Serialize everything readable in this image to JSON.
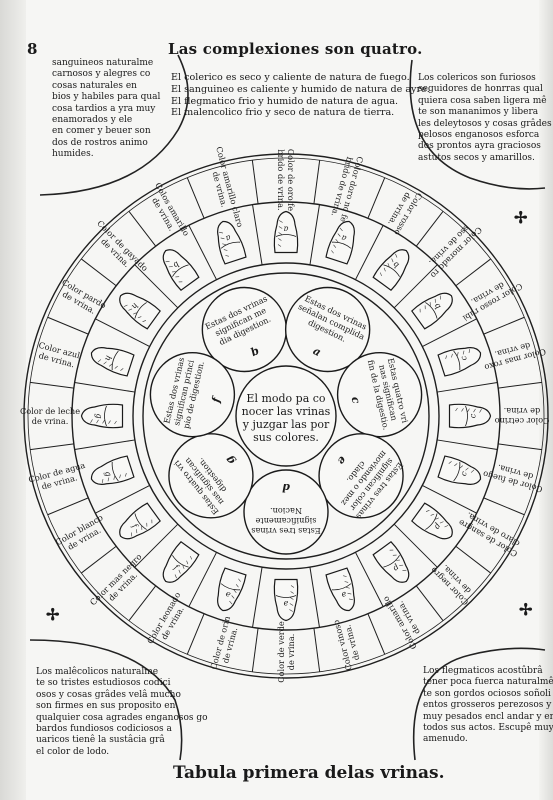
{
  "page_number": "8",
  "header_title": "Las complexiones son quatro.",
  "complexions": [
    "El colerico es seco y caliente de natura de fuego.",
    "El sanguineo es caliente y humido de natura de ayre.",
    "El flegmatico frio y humido de natura de agua.",
    "El malencolico frio y seco de natura de tierra."
  ],
  "corner_top_left": [
    "sanguineos naturalme",
    "carnosos y alegres co",
    "cosas naturales en",
    "bios y habiles para qual",
    "cosa tardios a yra muy",
    "enamorados y ele",
    "en comer y beuer son",
    "dos de rostros animo",
    "humides."
  ],
  "corner_top_right": [
    "Los colericos son furiosos",
    "seguidores de honrras qual",
    "quiera cosa saben ligera mê",
    "te son mananimos y libera",
    "les deleytosos y cosas grâdes",
    "pelosos enganosos esforca",
    "dos prontos ayra graciosos",
    "astutos secos y amarillos."
  ],
  "corner_bottom_left": [
    "Los malêcolicos naturalme",
    "te so tristes estudiosos codici",
    "osos y cosas grâdes velâ mucho",
    "son firmes en sus proposito en",
    "qualquier cosa agrades enganosos go",
    "bardos fundiosos codiciosos a",
    "uaricos tienê la sustâcia grâ",
    "el color de lodo."
  ],
  "corner_bottom_right": [
    "Los flegmaticos acostûbrâ",
    "tener poca fuerca naturalmê",
    "te son gordos ociosos soñoli",
    "entos grosseros perezosos y",
    "muy pesados encl andar y en",
    "todos sus actos. Escupê muy",
    "amenudo."
  ],
  "center_text": [
    "El modo pa co",
    "nocer las vrinas",
    "y juzgar las por",
    "sus colores."
  ],
  "inner_circles": [
    {
      "lines": [
        "Estas dos vrinas",
        "significan me",
        "dia digestion."
      ],
      "letter": "b"
    },
    {
      "lines": [
        "Estas dos vrinas",
        "señalan complida",
        "digestion."
      ],
      "letter": "a"
    },
    {
      "lines": [
        "Estas quatro vri",
        "nas significan",
        "fin de la digestio."
      ],
      "letter": "c"
    },
    {
      "lines": [
        "Estas tres vrinas",
        "significan color",
        "moviendo o mez",
        "clado."
      ],
      "letter": "e"
    },
    {
      "lines": [
        "Estas tres vrinas",
        "significamente",
        "Nacion."
      ],
      "letter": "d"
    },
    {
      "lines": [
        "Estas quatro vri",
        "nas significan",
        "digestion."
      ],
      "letter": "g"
    },
    {
      "lines": [
        "Estas dos vrinas",
        "significan princi",
        "pio de digestion."
      ],
      "letter": "f"
    }
  ],
  "ring_labels": [
    "Color de oro fe brido de vrina.",
    "Color doro no fe brido de vrina.",
    "Color rosso de vrina.",
    "Color morado ro sso de vrina.",
    "Color rosso rubi de vrina.",
    "Color mas roxo de vrina.",
    "Color cetrino de vrina.",
    "Color de fuego de vrina.",
    "Color de sangre claro de vrina.",
    "Color negro de vrina.",
    "Color amarillo de vrina.",
    "Color vinoso de vrina.",
    "Color de verde de vrina.",
    "Color de orin de vrina.",
    "Color leonado de vrina.",
    "Color mas negro de vrina.",
    "Color blanco de vrina.",
    "Color de agua de vrina.",
    "Color de leche de vrina.",
    "Color azul de vrina.",
    "Color pardo de vrina.",
    "Color de gayado de vrina.",
    "Colos amarillo de vrina.",
    "Color amarillo claro de vrina."
  ],
  "vessel_letters": [
    "a",
    "a",
    "b",
    "b",
    "c",
    "c",
    "c",
    "d",
    "d",
    "e",
    "e",
    "e",
    "f",
    "f",
    "g",
    "g",
    "h",
    "h",
    "b",
    "a"
  ],
  "bottom_title": "Tabula primera delas vrinas."
}
